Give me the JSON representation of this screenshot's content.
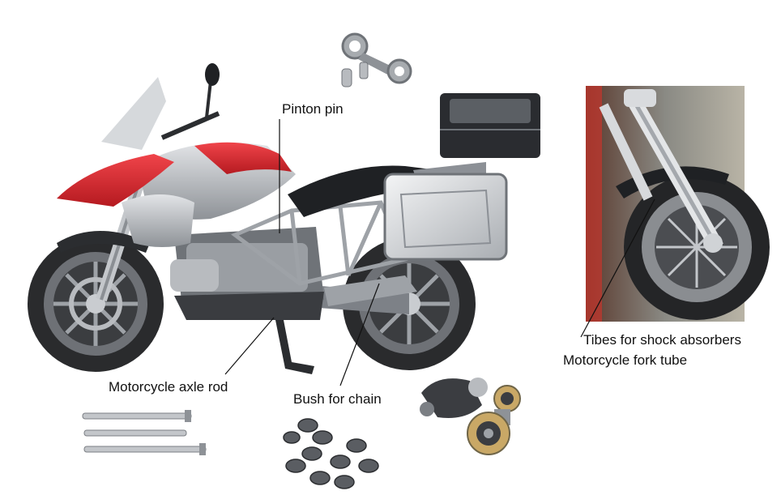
{
  "labels": {
    "pinton_pin": "Pinton pin",
    "axle_rod": "Motorcycle axle rod",
    "bush_for_chain": "Bush for chain",
    "tibes_for_shock_absorbers": "Tibes for shock absorbers",
    "fork_tube": "Motorcycle fork tube"
  },
  "colors": {
    "fairing_red": "#d8242a",
    "body_silver": "#b9bcc0",
    "frame_grey": "#8c9096",
    "dark": "#1f2124",
    "tire": "#2a2b2d",
    "leader_line": "#111111"
  },
  "icons": {
    "connecting_rod": "connecting-rod-icon",
    "axle_rods": "axle-rod-icon",
    "chain": "chain-icon",
    "bushings": "bushing-icon",
    "fork_photo": "fork-tube-photo"
  }
}
